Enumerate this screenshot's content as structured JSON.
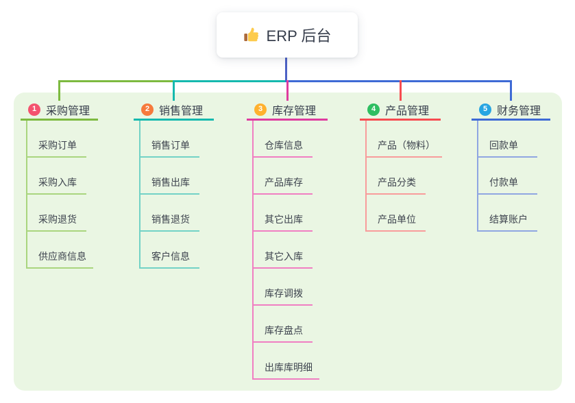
{
  "root": {
    "label": "ERP 后台",
    "icon": "thumbs-up-icon",
    "connector_color": "#4d61c5"
  },
  "canvas": {
    "background_color": "#ffffff",
    "panel_color": "#eaf6e3"
  },
  "branches": [
    {
      "badge": "1",
      "title": "采购管理",
      "badge_color": "#f4526e",
      "line_color": "#7dba40",
      "child_line_color": "#a9d57e",
      "children": [
        "采购订单",
        "采购入库",
        "采购退货",
        "供应商信息"
      ]
    },
    {
      "badge": "2",
      "title": "销售管理",
      "badge_color": "#f67a3c",
      "line_color": "#15b9ae",
      "child_line_color": "#72d2c6",
      "children": [
        "销售订单",
        "销售出库",
        "销售退货",
        "客户信息"
      ]
    },
    {
      "badge": "3",
      "title": "库存管理",
      "badge_color": "#ffb12e",
      "line_color": "#df3c9f",
      "child_line_color": "#f07ec2",
      "children": [
        "仓库信息",
        "产品库存",
        "其它出库",
        "其它入库",
        "库存调拨",
        "库存盘点",
        "出库库明细"
      ]
    },
    {
      "badge": "4",
      "title": "产品管理",
      "badge_color": "#2ebe61",
      "line_color": "#f74b50",
      "child_line_color": "#f89c9b",
      "children": [
        "产品（物料）",
        "产品分类",
        "产品单位"
      ]
    },
    {
      "badge": "5",
      "title": "财务管理",
      "badge_color": "#27a5e2",
      "line_color": "#3e6ad5",
      "child_line_color": "#8fa6e2",
      "children": [
        "回款单",
        "付款单",
        "结算账户"
      ]
    }
  ]
}
